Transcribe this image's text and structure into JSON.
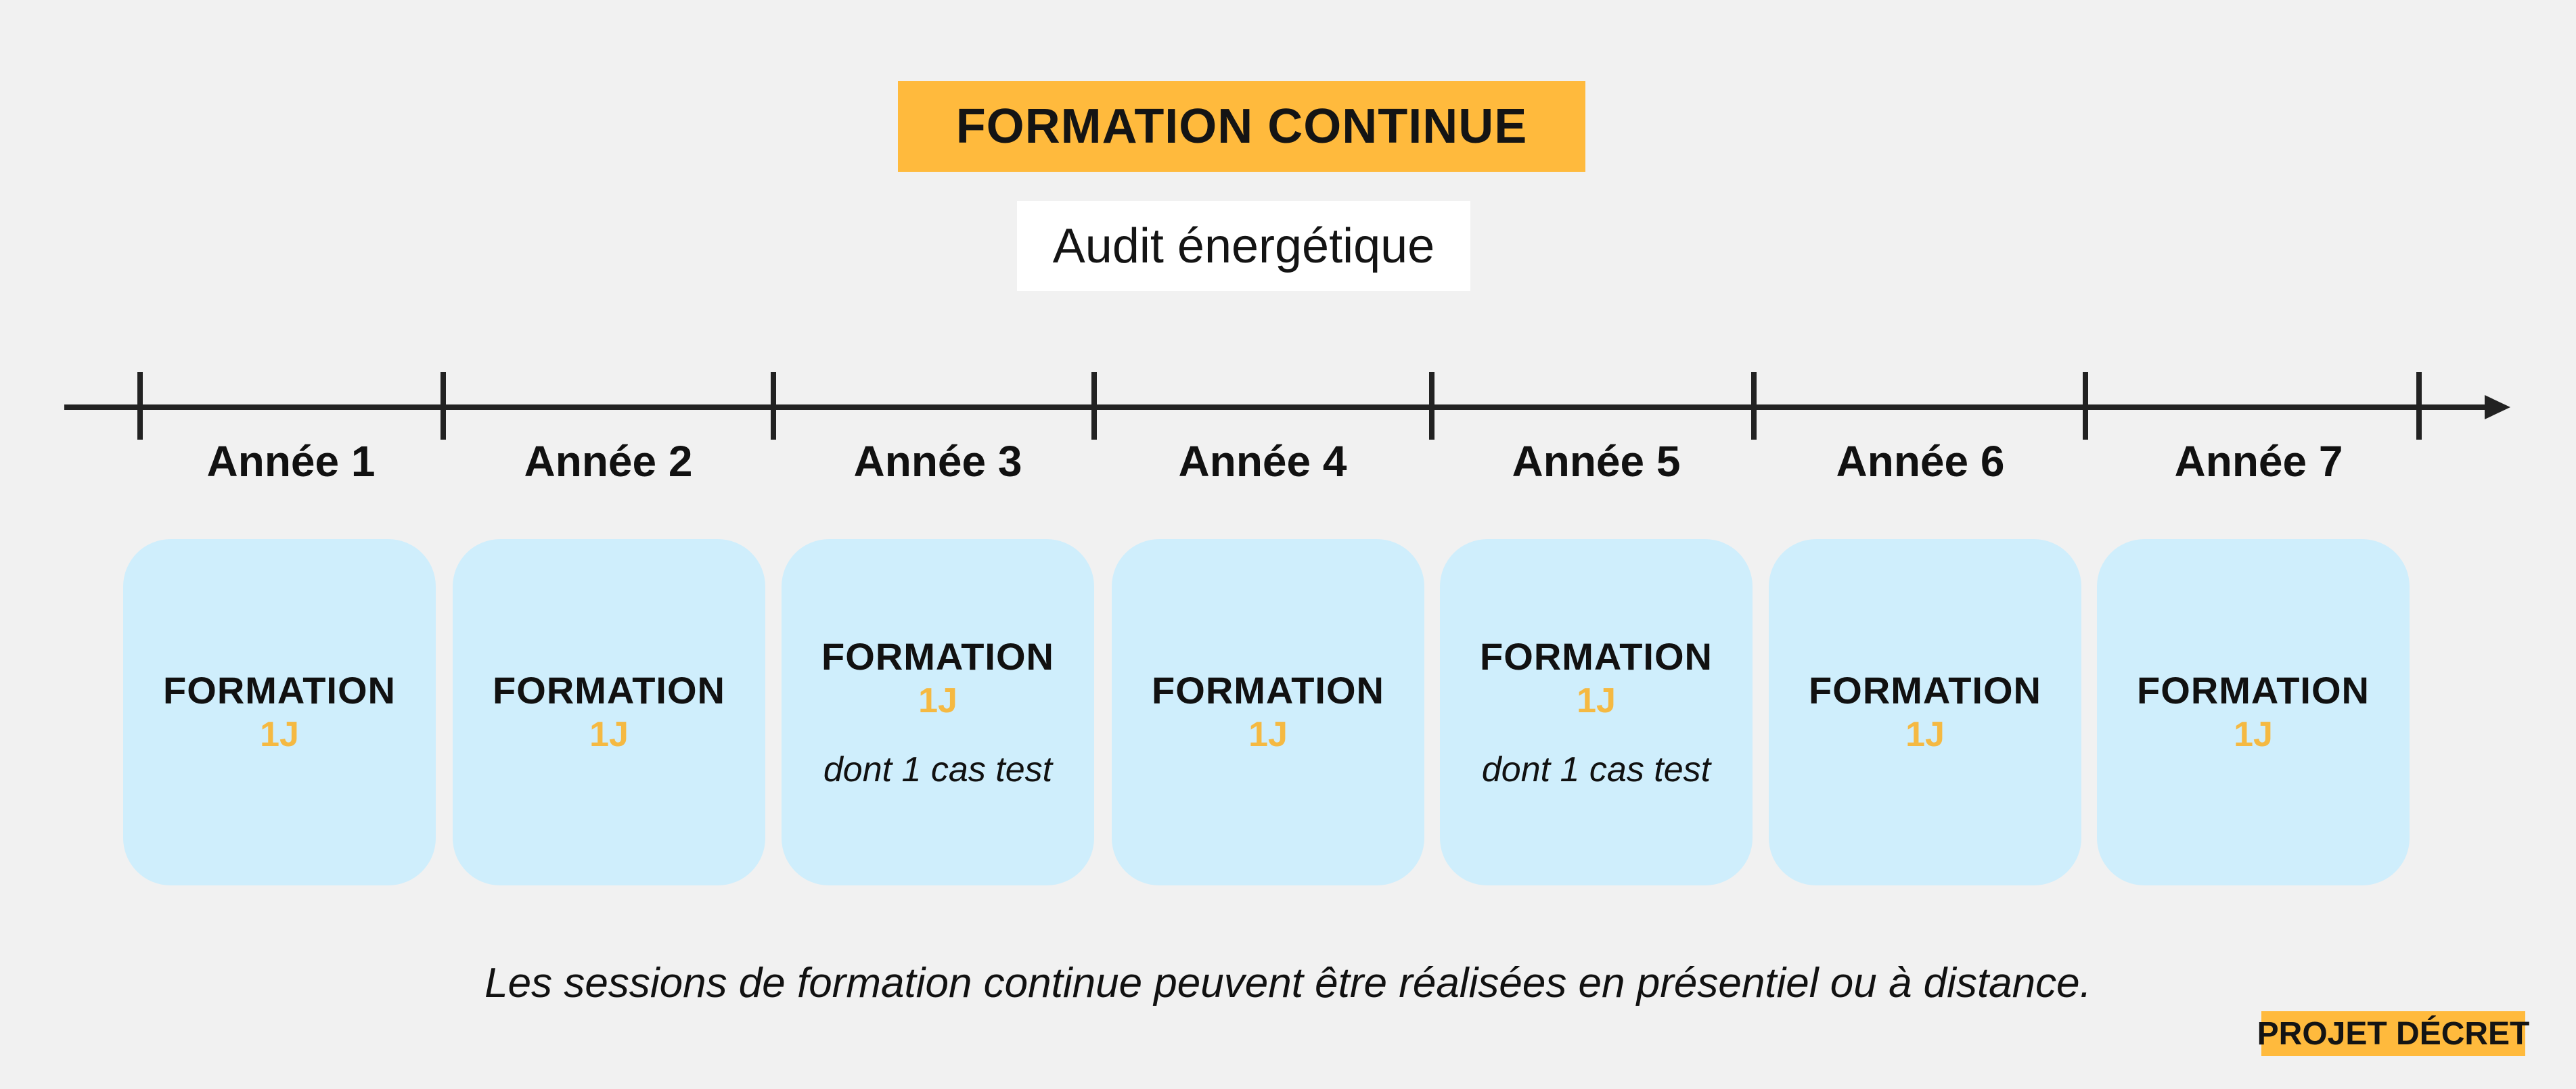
{
  "header": {
    "title": "FORMATION CONTINUE",
    "subtitle": "Audit énergétique"
  },
  "timeline": {
    "years": [
      {
        "label": "Année 1",
        "title": "FORMATION",
        "duration": "1J",
        "note": ""
      },
      {
        "label": "Année 2",
        "title": "FORMATION",
        "duration": "1J",
        "note": ""
      },
      {
        "label": "Année 3",
        "title": "FORMATION",
        "duration": "1J",
        "note": "dont 1 cas test"
      },
      {
        "label": "Année 4",
        "title": "FORMATION",
        "duration": "1J",
        "note": ""
      },
      {
        "label": "Année 5",
        "title": "FORMATION",
        "duration": "1J",
        "note": "dont 1 cas test"
      },
      {
        "label": "Année 6",
        "title": "FORMATION",
        "duration": "1J",
        "note": ""
      },
      {
        "label": "Année 7",
        "title": "FORMATION",
        "duration": "1J",
        "note": ""
      }
    ]
  },
  "footer": {
    "note": "Les sessions de formation continue peuvent être réalisées en présentiel ou à distance.",
    "badge": "PROJET DÉCRET"
  },
  "colors": {
    "accent": "#ffba3d",
    "card": "#cfeefc",
    "duration": "#f5b942",
    "line": "#222222"
  }
}
